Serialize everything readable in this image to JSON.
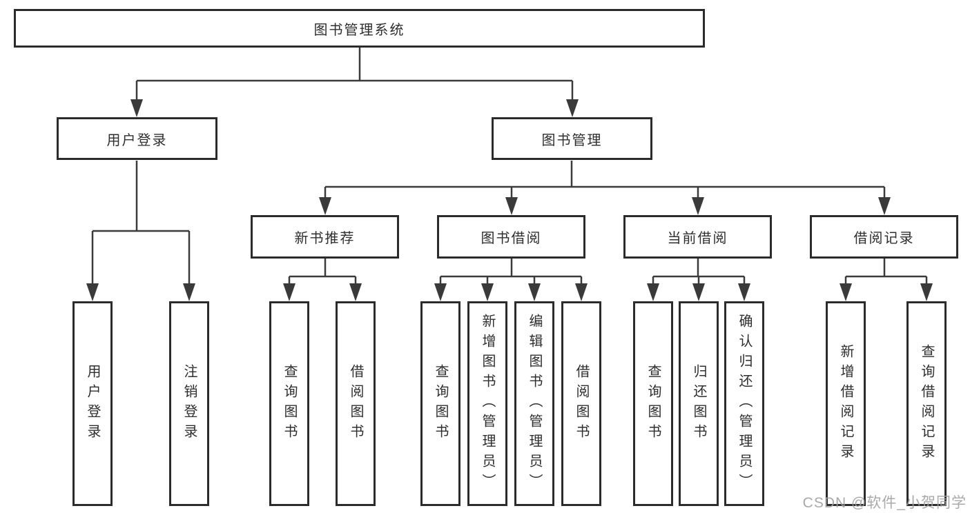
{
  "diagram": {
    "root": {
      "label": "图书管理系统",
      "children": [
        {
          "label": "用户登录",
          "children": [
            {
              "label": "用户登录"
            },
            {
              "label": "注销登录"
            }
          ]
        },
        {
          "label": "图书管理",
          "children": [
            {
              "label": "新书推荐",
              "children": [
                {
                  "label": "查询图书"
                },
                {
                  "label": "借阅图书"
                }
              ]
            },
            {
              "label": "图书借阅",
              "children": [
                {
                  "label": "查询图书"
                },
                {
                  "label": "新增图书（管理员）"
                },
                {
                  "label": "编辑图书（管理员）"
                },
                {
                  "label": "借阅图书"
                }
              ]
            },
            {
              "label": "当前借阅",
              "children": [
                {
                  "label": "查询图书"
                },
                {
                  "label": "归还图书"
                },
                {
                  "label": "确认归还（管理员）"
                }
              ]
            },
            {
              "label": "借阅记录",
              "children": [
                {
                  "label": "新增借阅记录"
                },
                {
                  "label": "查询借阅记录"
                }
              ]
            }
          ]
        }
      ]
    }
  },
  "watermark": {
    "text": "CSDN @软件_小贺同学"
  },
  "colors": {
    "line": "#3a3a3a",
    "border": "#2b2b2b",
    "text": "#2e2e2e",
    "background": "#ffffff",
    "watermark": "#a0a0a0"
  }
}
